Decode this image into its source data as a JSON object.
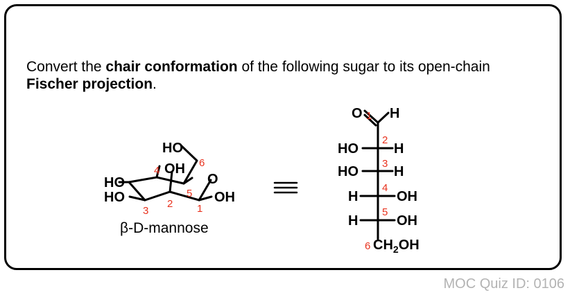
{
  "question": {
    "part1": "Convert the ",
    "bold1": "chair conformation",
    "part2": " of the following sugar to its open-chain ",
    "bold2": "Fischer projection",
    "part3": "."
  },
  "chair": {
    "caption": "β-D-mannose",
    "labels": {
      "ho_c6": "HO",
      "ho_c4": "HO",
      "oh_c2": "OH",
      "ho_c3": "HO",
      "ring_o": "O",
      "oh_c1": "OH"
    },
    "numbers": [
      "1",
      "2",
      "3",
      "4",
      "5",
      "6"
    ]
  },
  "equivalence_symbol": "≡",
  "fischer": {
    "top": {
      "o": "O",
      "h": "H",
      "num": "1"
    },
    "rows": [
      {
        "num": "2",
        "left": "HO",
        "right": "H"
      },
      {
        "num": "3",
        "left": "HO",
        "right": "H"
      },
      {
        "num": "4",
        "left": "H",
        "right": "OH"
      },
      {
        "num": "5",
        "left": "H",
        "right": "OH"
      }
    ],
    "bottom": {
      "num": "6",
      "group_main": "CH",
      "group_sub": "2",
      "group_end": "OH"
    }
  },
  "quiz_id": "MOC Quiz ID: 0106"
}
